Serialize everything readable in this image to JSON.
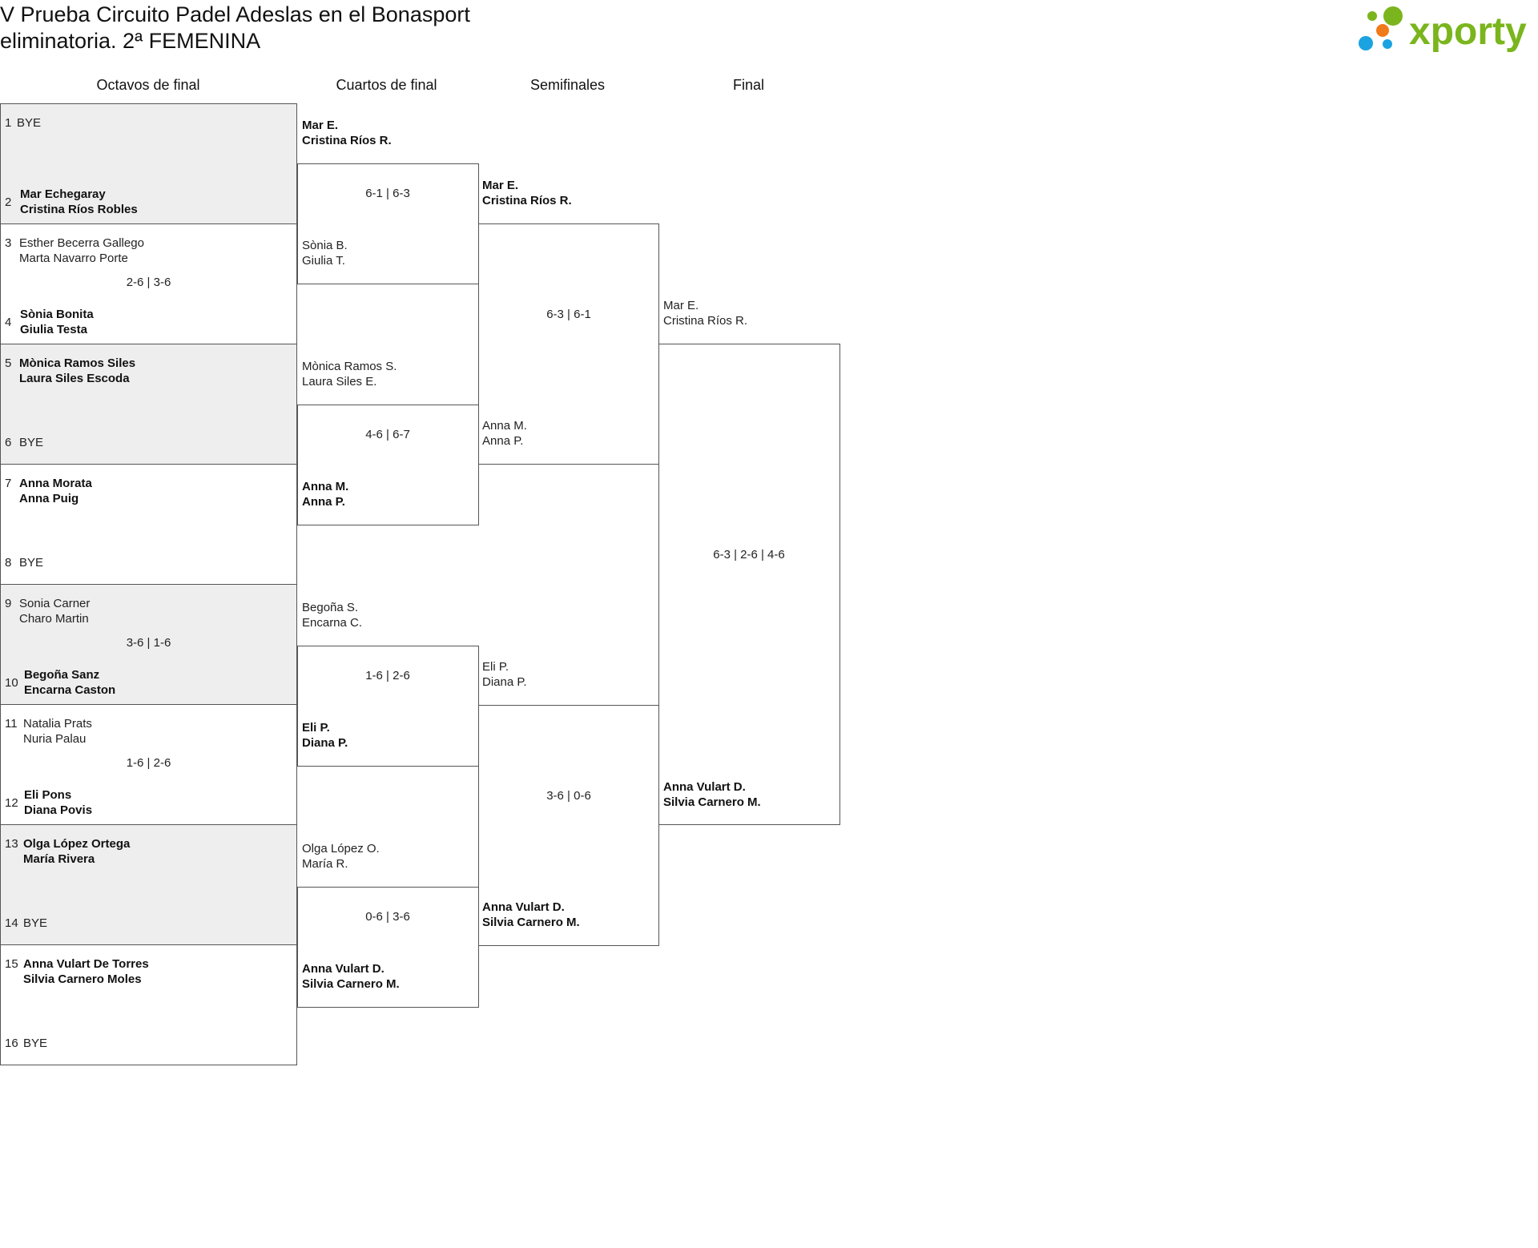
{
  "title": {
    "line1": "V Prueba Circuito Padel Adeslas en el Bonasport",
    "line2": "eliminatoria. 2ª FEMENINA"
  },
  "logo": {
    "text": "xporty",
    "color": "#7ab51d",
    "dot_colors": [
      "#7ab51d",
      "#f07b1a",
      "#1aa3e0"
    ]
  },
  "rounds": [
    "Octavos de final",
    "Cuartos de final",
    "Semifinales",
    "Final"
  ],
  "octavos": [
    {
      "top": {
        "seed": "1",
        "p1": "BYE",
        "p2": ""
      },
      "bottom": {
        "seed": "2",
        "p1": "Mar Echegaray",
        "p2": "Cristina Ríos Robles"
      },
      "score": ""
    },
    {
      "top": {
        "seed": "3",
        "p1": "Esther Becerra Gallego",
        "p2": "Marta Navarro Porte"
      },
      "bottom": {
        "seed": "4",
        "p1": "Sònia Bonita",
        "p2": "Giulia Testa"
      },
      "score": "2-6 | 3-6"
    },
    {
      "top": {
        "seed": "5",
        "p1": "Mònica Ramos Siles",
        "p2": "Laura Siles Escoda"
      },
      "bottom": {
        "seed": "6",
        "p1": "BYE",
        "p2": ""
      },
      "score": ""
    },
    {
      "top": {
        "seed": "7",
        "p1": "Anna Morata",
        "p2": "Anna Puig"
      },
      "bottom": {
        "seed": "8",
        "p1": "BYE",
        "p2": ""
      },
      "score": ""
    },
    {
      "top": {
        "seed": "9",
        "p1": "Sonia Carner",
        "p2": "Charo Martin"
      },
      "bottom": {
        "seed": "10",
        "p1": "Begoña Sanz",
        "p2": "Encarna Caston"
      },
      "score": "3-6 | 1-6"
    },
    {
      "top": {
        "seed": "11",
        "p1": "Natalia Prats",
        "p2": "Nuria Palau"
      },
      "bottom": {
        "seed": "12",
        "p1": "Eli Pons",
        "p2": "Diana Povis"
      },
      "score": "1-6 | 2-6"
    },
    {
      "top": {
        "seed": "13",
        "p1": "Olga López Ortega",
        "p2": "María Rivera"
      },
      "bottom": {
        "seed": "14",
        "p1": "BYE",
        "p2": ""
      },
      "score": ""
    },
    {
      "top": {
        "seed": "15",
        "p1": "Anna Vulart De Torres",
        "p2": "Silvia Carnero Moles"
      },
      "bottom": {
        "seed": "16",
        "p1": "BYE",
        "p2": ""
      },
      "score": ""
    }
  ],
  "cuartos": [
    {
      "top": {
        "p1": "Mar E.",
        "p2": "Cristina Ríos R."
      },
      "bottom": {
        "p1": "Sònia B.",
        "p2": "Giulia T."
      },
      "score": "6-1 | 6-3"
    },
    {
      "top": {
        "p1": "Mònica Ramos S.",
        "p2": "Laura Siles E."
      },
      "bottom": {
        "p1": "Anna M.",
        "p2": "Anna P."
      },
      "score": "4-6 | 6-7"
    },
    {
      "top": {
        "p1": "Begoña S.",
        "p2": "Encarna C."
      },
      "bottom": {
        "p1": "Eli P.",
        "p2": "Diana P."
      },
      "score": "1-6 | 2-6"
    },
    {
      "top": {
        "p1": "Olga López O.",
        "p2": "María R."
      },
      "bottom": {
        "p1": "Anna Vulart D.",
        "p2": "Silvia Carnero M."
      },
      "score": "0-6 | 3-6"
    }
  ],
  "semis": [
    {
      "top": {
        "p1": "Mar E.",
        "p2": "Cristina Ríos R."
      },
      "bottom": {
        "p1": "Anna M.",
        "p2": "Anna P."
      },
      "score": "6-3 | 6-1"
    },
    {
      "top": {
        "p1": "Eli P.",
        "p2": "Diana P."
      },
      "bottom": {
        "p1": "Anna Vulart D.",
        "p2": "Silvia Carnero M."
      },
      "score": "3-6 | 0-6"
    }
  ],
  "final": [
    {
      "top": {
        "p1": "Mar E.",
        "p2": "Cristina Ríos R."
      },
      "bottom": {
        "p1": "Anna Vulart D.",
        "p2": "Silvia Carnero M."
      },
      "score": "6-3 | 2-6 | 4-6"
    }
  ]
}
